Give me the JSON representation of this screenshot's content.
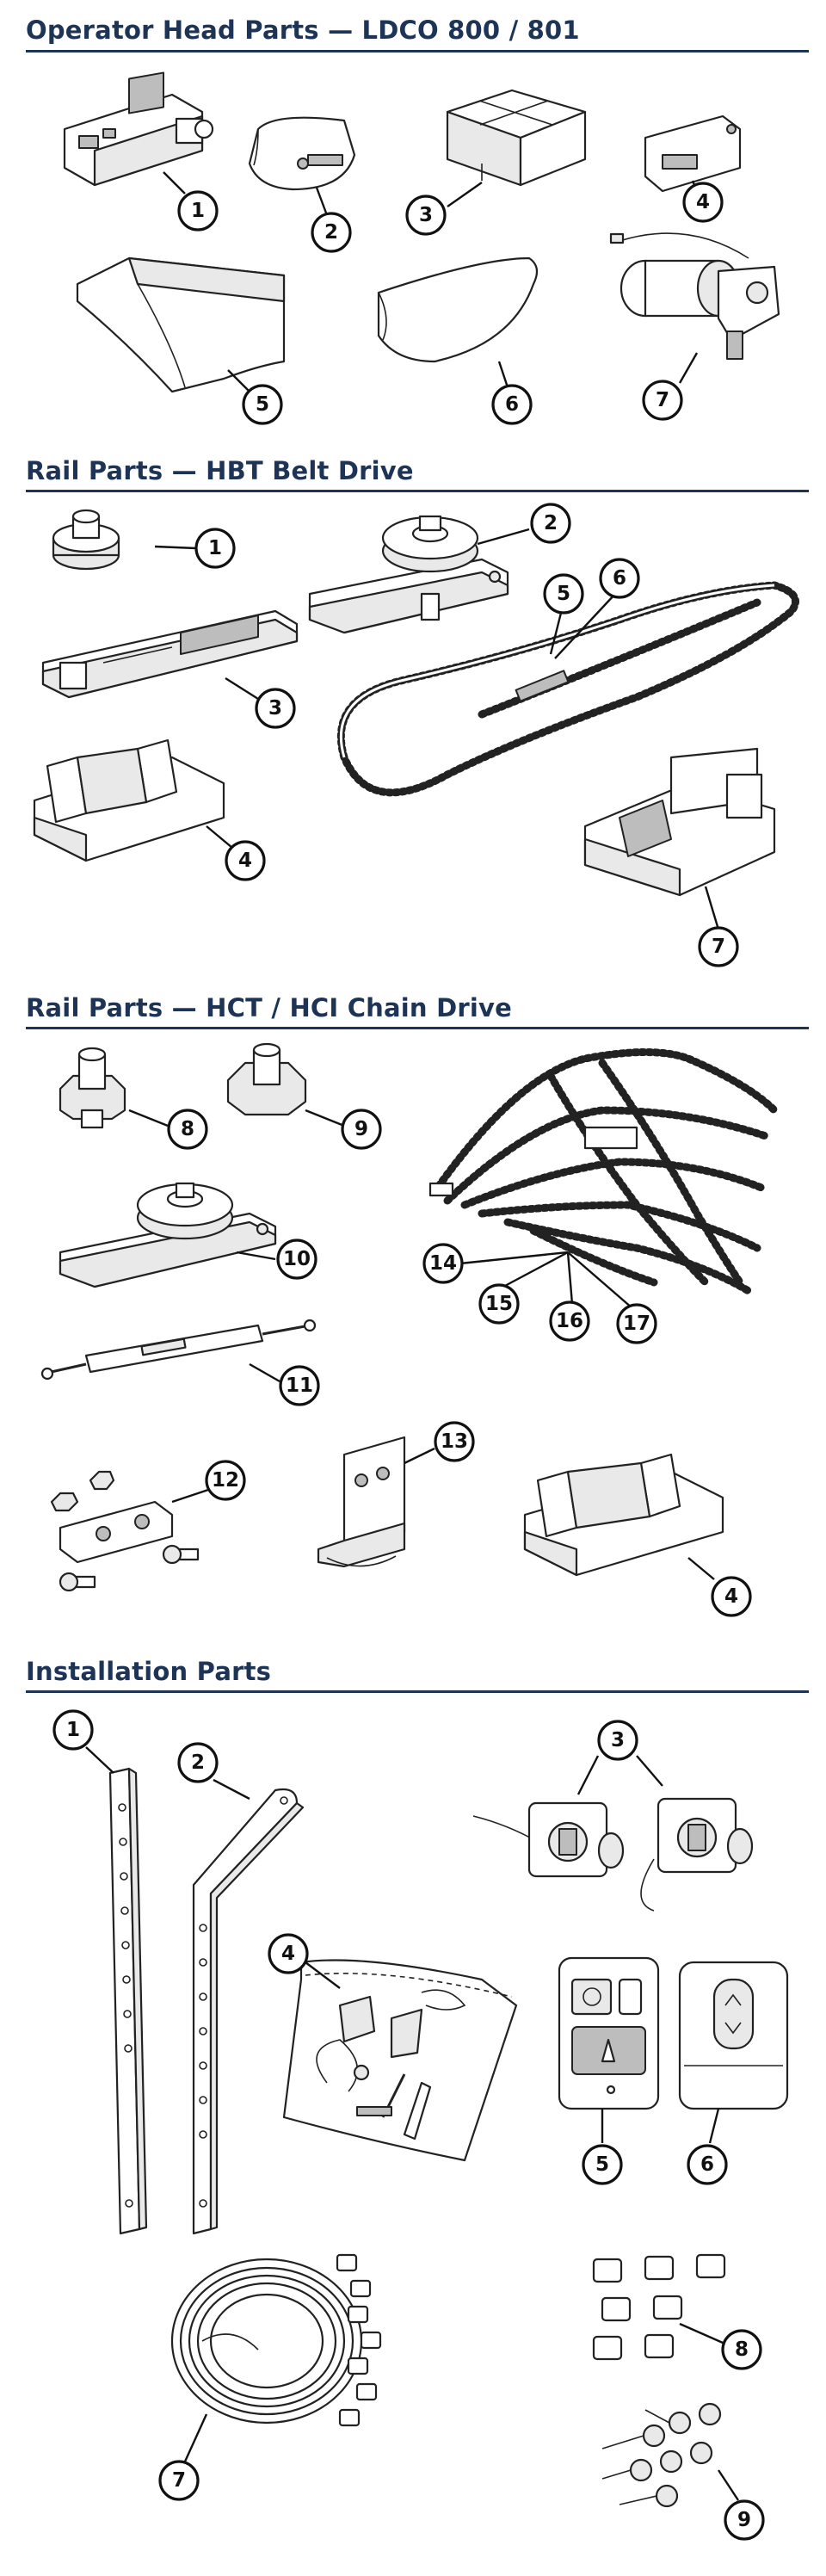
{
  "sections": {
    "operator_head": {
      "title": "Operator Head Parts — LDCO 800 / 801",
      "callouts": [
        "1",
        "2",
        "3",
        "4",
        "5",
        "6",
        "7"
      ]
    },
    "belt_drive": {
      "title": "Rail Parts — HBT Belt Drive",
      "callouts": [
        "1",
        "2",
        "3",
        "4",
        "5",
        "6",
        "7"
      ]
    },
    "chain_drive": {
      "title": "Rail Parts — HCT / HCI Chain Drive",
      "callouts": [
        "8",
        "9",
        "10",
        "11",
        "12",
        "13",
        "14",
        "15",
        "16",
        "17",
        "4"
      ]
    },
    "installation": {
      "title": "Installation Parts",
      "callouts": [
        "1",
        "2",
        "3",
        "4",
        "5",
        "6",
        "7",
        "8",
        "9"
      ]
    }
  }
}
